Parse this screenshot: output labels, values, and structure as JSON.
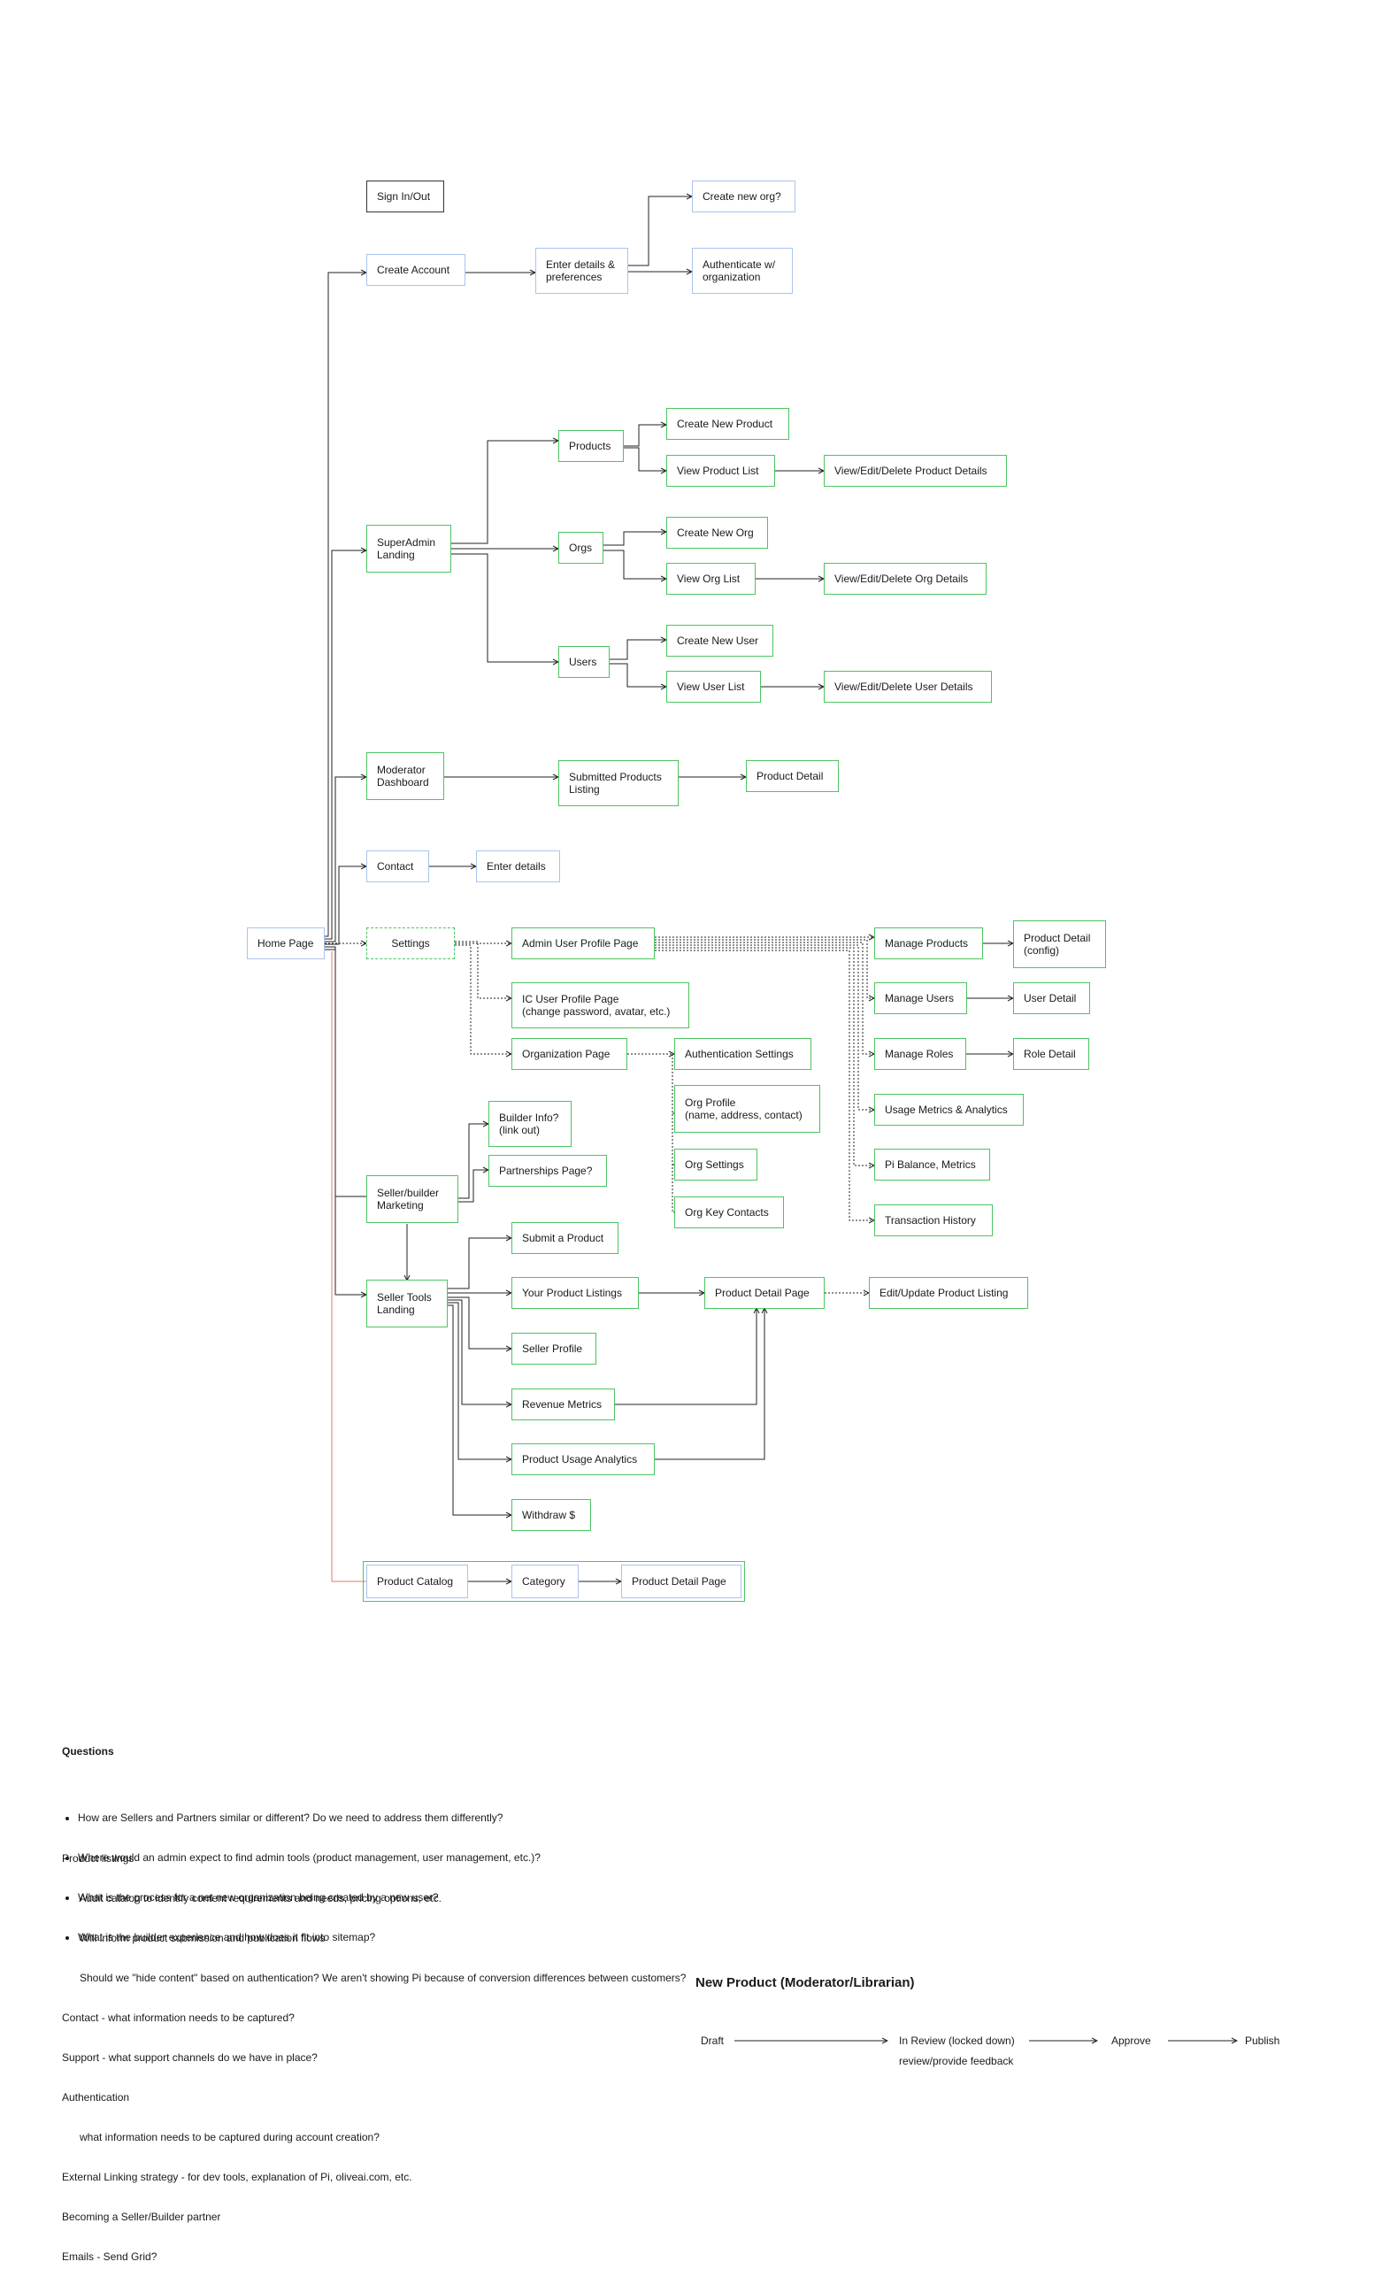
{
  "nodes": {
    "sign_in_out": "Sign In/Out",
    "create_account": "Create Account",
    "enter_details_prefs": "Enter details &\npreferences",
    "create_new_org_q": "Create new org?",
    "authenticate_org": "Authenticate w/\norganization",
    "superadmin_landing": "SuperAdmin\nLanding",
    "products": "Products",
    "create_new_product": "Create New Product",
    "view_product_list": "View Product List",
    "ved_product_details": "View/Edit/Delete Product Details",
    "orgs": "Orgs",
    "create_new_org": "Create New Org",
    "view_org_list": "View Org List",
    "ved_org_details": "View/Edit/Delete Org Details",
    "users": "Users",
    "create_new_user": "Create New User",
    "view_user_list": "View User List",
    "ved_user_details": "View/Edit/Delete User Details",
    "moderator_dashboard": "Moderator\nDashboard",
    "submitted_products_listing": "Submitted Products\nListing",
    "product_detail_mod": "Product Detail",
    "contact": "Contact",
    "enter_details": "Enter details",
    "home_page": "Home Page",
    "settings": "Settings",
    "admin_user_profile_page": "Admin User Profile Page",
    "ic_user_profile_page": "IC User Profile Page\n(change password, avatar, etc.)",
    "organization_page": "Organization Page",
    "authentication_settings": "Authentication Settings",
    "org_profile": "Org Profile\n(name, address, contact)",
    "org_settings": "Org Settings",
    "org_key_contacts": "Org Key Contacts",
    "manage_products": "Manage Products",
    "product_detail_config": "Product Detail\n(config)",
    "manage_users": "Manage Users",
    "user_detail": "User Detail",
    "manage_roles": "Manage Roles",
    "role_detail": "Role Detail",
    "usage_metrics_analytics": "Usage Metrics & Analytics",
    "pi_balance_metrics": "Pi Balance, Metrics",
    "transaction_history": "Transaction History",
    "builder_info": "Builder Info?\n(link out)",
    "partnerships_page": "Partnerships Page?",
    "seller_builder_marketing": "Seller/builder\nMarketing",
    "submit_a_product": "Submit a Product",
    "seller_tools_landing": "Seller Tools\nLanding",
    "your_product_listings": "Your Product Listings",
    "product_detail_page_seller": "Product Detail Page",
    "edit_update_product_listing": "Edit/Update Product Listing",
    "seller_profile": "Seller Profile",
    "revenue_metrics": "Revenue Metrics",
    "product_usage_analytics": "Product Usage Analytics",
    "withdraw": "Withdraw $",
    "product_catalog": "Product Catalog",
    "category": "Category",
    "product_detail_page_catalog": "Product Detail Page"
  },
  "questions": {
    "heading": "Questions",
    "items": [
      "How are Sellers and Partners similar or different? Do we need to address them differently?",
      "Where would an admin expect to find admin tools (product management, user management, etc.)?",
      "What is the process for a net new organization being created by a new user?",
      "What is the builder experience and how does it fit into sitemap?"
    ]
  },
  "notes": {
    "lines": [
      "Product listings",
      "      Audit catalog to identify content requirements and needs, pricing options, etc.",
      "      Will inform product submission and publication flows",
      "      Should we \"hide content\" based on authentication? We aren't showing Pi because of conversion differences between customers?",
      "Contact - what information needs to be captured?",
      "Support - what support channels do we have in place?",
      "Authentication",
      "      what information needs to be captured during account creation?",
      "External Linking strategy - for dev tools, explanation of Pi, oliveai.com, etc.",
      "Becoming a Seller/Builder partner",
      "Emails - Send Grid?"
    ]
  },
  "new_product_flow": {
    "title": "New Product (Moderator/Librarian)",
    "draft": "Draft",
    "in_review": "In Review (locked down)",
    "in_review_sub": "review/provide feedback",
    "approve": "Approve",
    "publish": "Publish"
  },
  "colors": {
    "green_border": "#4cc462",
    "blue_border": "#a9c4ee",
    "dark_border": "#333333",
    "link_red": "#e8746a",
    "line": "#222222"
  }
}
